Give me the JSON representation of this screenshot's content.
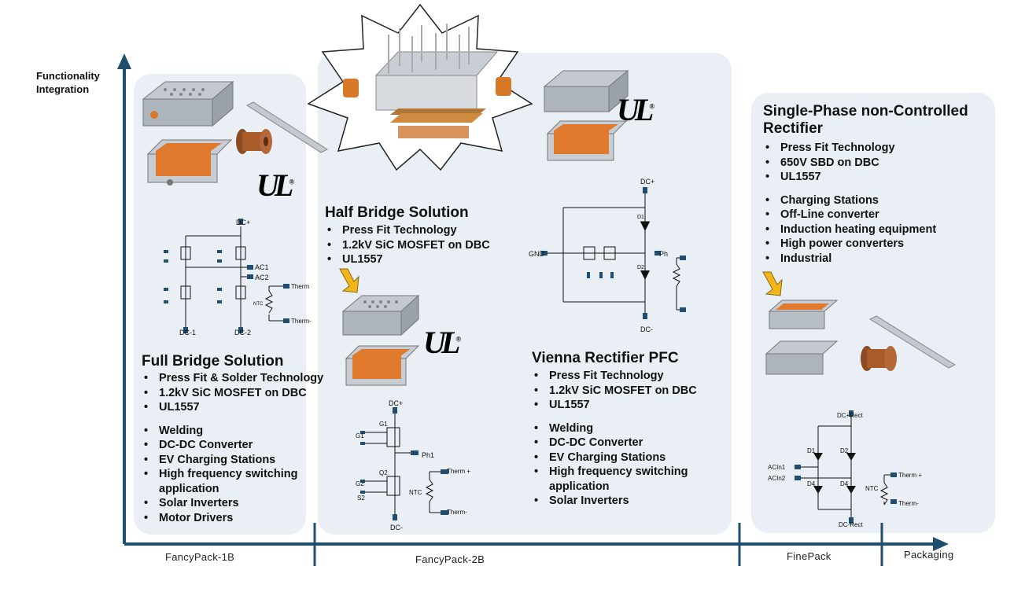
{
  "axes": {
    "y_title_line1": "Functionality",
    "y_title_line2": "Integration",
    "x_title": "Packaging",
    "categories": [
      "FancyPack-1B",
      "FancyPack-2B",
      "FinePack"
    ]
  },
  "full_bridge": {
    "title": "Full Bridge Solution",
    "features": [
      "Press Fit & Solder Technology",
      "1.2kV SiC MOSFET on DBC",
      "UL1557"
    ],
    "applications": [
      "Welding",
      "DC-DC Converter",
      "EV Charging Stations",
      "High frequency switching",
      "application",
      "Solar Inverters",
      "Motor Drivers"
    ],
    "schematic": {
      "dc_plus": "DC+",
      "ac1": "AC1",
      "ac2": "AC2",
      "dc1": "DC-1",
      "dc2": "DC-2",
      "therm_plus": "Therm +",
      "therm_minus": "Therm-",
      "ntc": "NTC"
    }
  },
  "half_bridge": {
    "title": "Half Bridge Solution",
    "features": [
      "Press Fit Technology",
      "1.2kV SiC MOSFET on DBC",
      "UL1557"
    ],
    "schematic": {
      "dc_plus": "DC+",
      "dc_minus": "DC-",
      "g1": "G1",
      "g2": "G2",
      "s2": "S2",
      "ph1": "Ph1",
      "q1": "G1",
      "q2": "Q2",
      "ntc": "NTC",
      "therm_plus": "Therm +",
      "therm_minus": "Therm-"
    }
  },
  "vienna": {
    "title": "Vienna Rectifier PFC",
    "features": [
      "Press Fit Technology",
      "1.2kV SiC MOSFET on DBC",
      "UL1557"
    ],
    "applications": [
      "Welding",
      "DC-DC Converter",
      "EV Charging Stations",
      "High frequency switching",
      "application",
      "Solar Inverters"
    ],
    "schematic": {
      "dc_plus": "DC+",
      "gnd": "GND",
      "ph": "Ph",
      "dc_minus": "DC-",
      "d1": "D1",
      "d2": "D2"
    }
  },
  "single_phase": {
    "title_line1": "Single-Phase non-Controlled",
    "title_line2": "Rectifier",
    "features": [
      "Press Fit Technology",
      "650V SBD on DBC",
      "UL1557"
    ],
    "applications": [
      "Charging Stations",
      "Off-Line converter",
      "Induction heating equipment",
      "High power converters",
      "Industrial"
    ],
    "schematic": {
      "dc_plus": "DC+Rect",
      "dc_minus": "DC-Rect",
      "acin1": "ACIn1",
      "acin2": "ACIn2",
      "d1": "D1",
      "d2": "D2",
      "d3": "D4",
      "d4": "D4",
      "ntc": "NTC",
      "therm_plus": "Therm +",
      "therm_minus": "Therm-"
    }
  },
  "logos": {
    "ul": "UL"
  },
  "colors": {
    "panel": "#e9eff4",
    "axis": "#1f4e6e",
    "module_orange": "#e07a2e",
    "module_gray": "#b9bec6",
    "arrow": "#f2b51a"
  }
}
